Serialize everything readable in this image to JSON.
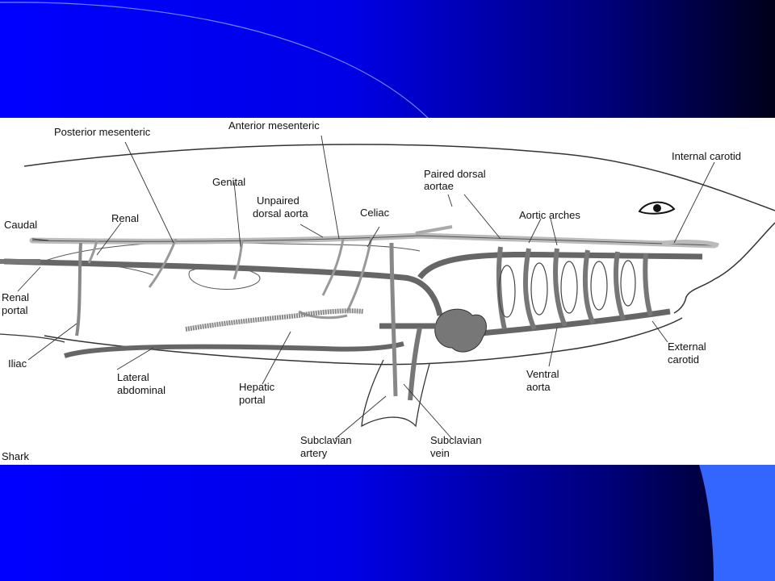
{
  "slide": {
    "background_colors": [
      "#0000ff",
      "#00007a",
      "#000018"
    ],
    "accent_color": "#3366ff"
  },
  "diagram": {
    "caption": "Shark",
    "labels": {
      "posterior_mesenteric": "Posterior mesenteric",
      "anterior_mesenteric": "Anterior mesenteric",
      "genital": "Genital",
      "internal_carotid": "Internal carotid",
      "paired_dorsal_aortae_1": "Paired dorsal",
      "paired_dorsal_aortae_2": "aortae",
      "unpaired_dorsal_aorta_1": "Unpaired",
      "unpaired_dorsal_aorta_2": "dorsal aorta",
      "celiac": "Celiac",
      "caudal": "Caudal",
      "renal": "Renal",
      "aortic_arches": "Aortic arches",
      "renal_portal_1": "Renal",
      "renal_portal_2": "portal",
      "iliac": "Iliac",
      "lateral_abdominal_1": "Lateral",
      "lateral_abdominal_2": "abdominal",
      "hepatic_portal_1": "Hepatic",
      "hepatic_portal_2": "portal",
      "external_carotid_1": "External",
      "external_carotid_2": "carotid",
      "ventral_aorta_1": "Ventral",
      "ventral_aorta_2": "aorta",
      "subclavian_artery_1": "Subclavian",
      "subclavian_artery_2": "artery",
      "subclavian_vein_1": "Subclavian",
      "subclavian_vein_2": "vein"
    }
  }
}
